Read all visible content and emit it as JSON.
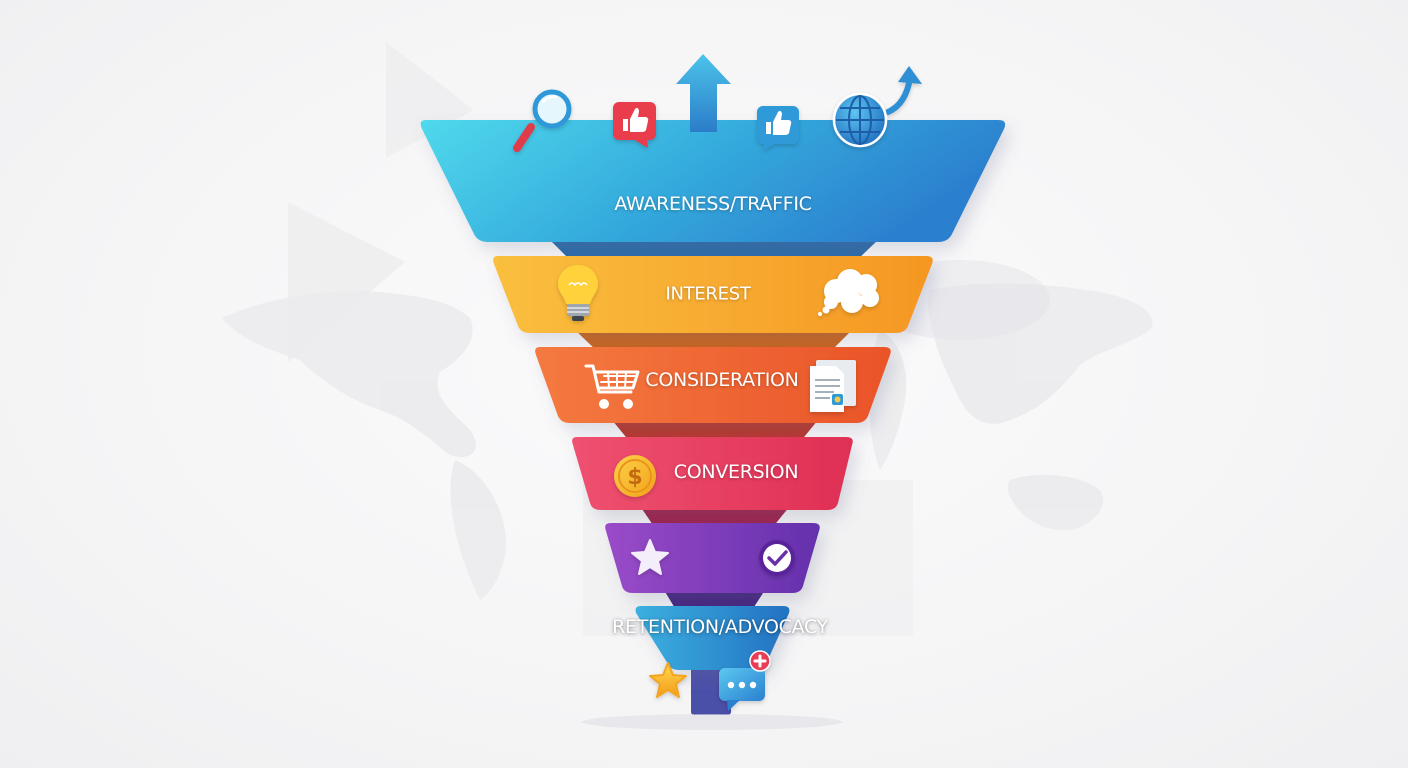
{
  "diagram": {
    "type": "marketing-funnel",
    "orientation": "top-to-bottom, widest at top",
    "stages": [
      {
        "label": "AWARENESS/TRAFFIC",
        "color_start": "#4fd8ec",
        "color_end": "#2c82cf",
        "icons": [
          "magnifying-glass-icon",
          "red-thumbs-up-chat-icon",
          "up-arrow-icon",
          "blue-thumbs-up-chat-icon",
          "globe-with-arrow-icon"
        ]
      },
      {
        "label": "INTEREST",
        "color_start": "#f9b93a",
        "color_end": "#f59a26",
        "icons": [
          "lightbulb-icon",
          "thought-cloud-icon"
        ]
      },
      {
        "label": "CONSIDERATION",
        "color_start": "#f36e3c",
        "color_end": "#ec5a2b",
        "icons": [
          "shopping-cart-icon",
          "document-icon"
        ]
      },
      {
        "label": "CONVERSION",
        "color_start": "#ee4a6c",
        "color_end": "#e23357",
        "icons": [
          "dollar-coin-icon"
        ]
      },
      {
        "label": "",
        "color_start": "#9546c6",
        "color_end": "#6a32b0",
        "icons": [
          "star-icon",
          "checkmark-circle-icon"
        ]
      },
      {
        "label": "RETENTION/ADVOCACY",
        "color_start": "#3aa8dc",
        "color_end": "#2577c4",
        "icons": [
          "gold-star-icon",
          "chat-bubble-plus-icon"
        ]
      }
    ],
    "stem_color": "#4a4fa8",
    "background": "#f5f5f6"
  }
}
